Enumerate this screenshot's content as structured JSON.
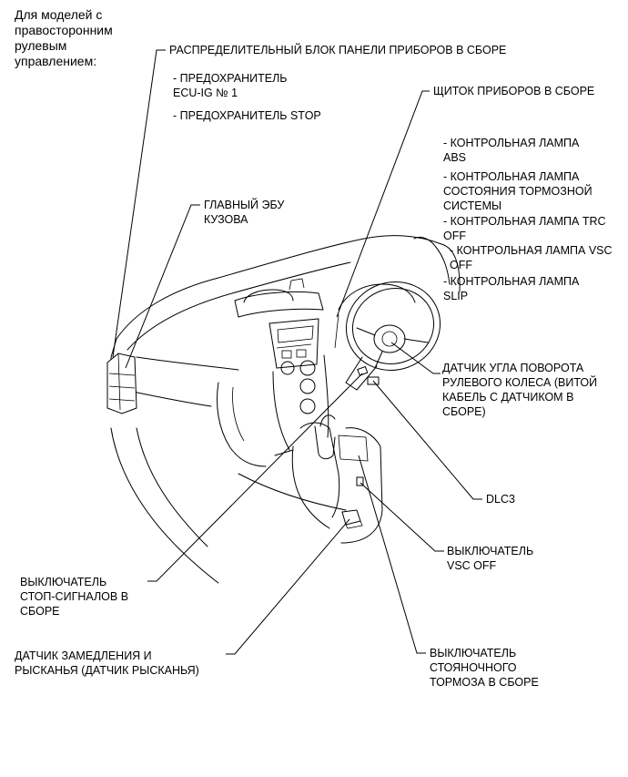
{
  "header": {
    "note": "Для моделей с\nправосторонним\nрулевым\nуправлением:"
  },
  "labels": {
    "junction_block": "РАСПРЕДЕЛИТЕЛЬНЫЙ БЛОК ПАНЕЛИ ПРИБОРОВ В СБОРЕ",
    "fuse_ecu_ig": "- ПРЕДОХРАНИТЕЛЬ\nECU-IG № 1",
    "fuse_stop": "- ПРЕДОХРАНИТЕЛЬ STOP",
    "main_body_ecu": "ГЛАВНЫЙ ЭБУ\nКУЗОВА",
    "combination_meter": "ЩИТОК ПРИБОРОВ В СБОРЕ",
    "lamp_abs": "- КОНТРОЛЬНАЯ ЛАМПА\nABS",
    "lamp_brake": "- КОНТРОЛЬНАЯ ЛАМПА\nСОСТОЯНИЯ ТОРМОЗНОЙ\nСИСТЕМЫ",
    "lamp_trc": "- КОНТРОЛЬНАЯ ЛАМПА TRC\nOFF",
    "lamp_vsc": "- КОНТРОЛЬНАЯ ЛАМПА VSC\nOFF",
    "lamp_slip": "- КОНТРОЛЬНАЯ ЛАМПА\nSLIP",
    "steering_sensor": "ДАТЧИК УГЛА ПОВОРОТА\nРУЛЕВОГО КОЛЕСА (ВИТОЙ\nКАБЕЛЬ С ДАТЧИКОМ В\nСБОРЕ)",
    "dlc3": "DLC3",
    "vsc_off_switch": "ВЫКЛЮЧАТЕЛЬ\nVSC OFF",
    "stop_light_switch": "ВЫКЛЮЧАТЕЛЬ\nСТОП-СИГНАЛОВ В\nСБОРЕ",
    "yaw_rate_sensor": "ДАТЧИК ЗАМЕДЛЕНИЯ И\nРЫСКАНЬЯ (ДАТЧИК РЫСКАНЬЯ)",
    "parking_brake_switch": "ВЫКЛЮЧАТЕЛЬ\nСТОЯНОЧНОГО\nТОРМОЗА В СБОРЕ"
  }
}
